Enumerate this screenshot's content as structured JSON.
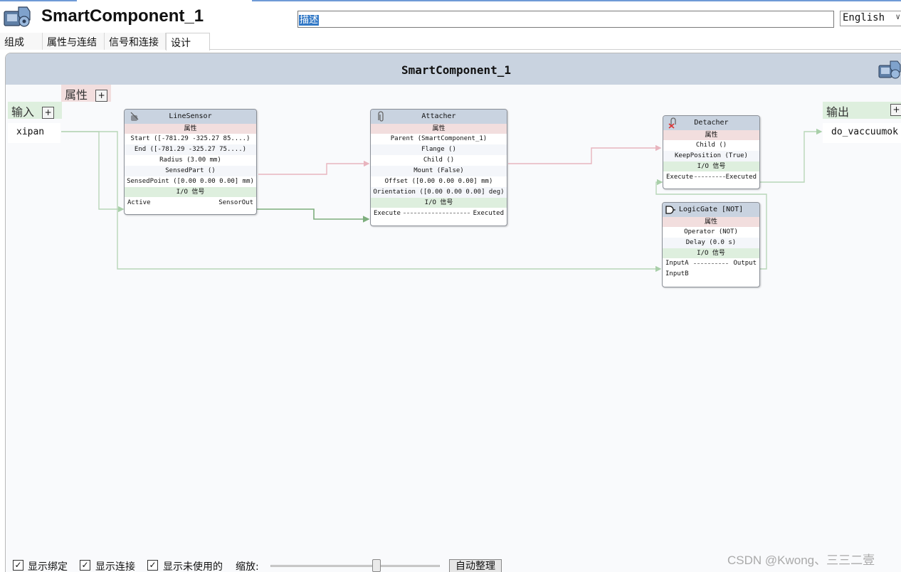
{
  "app": {
    "title": "SmartComponent_1",
    "icon": "smart-component-icon"
  },
  "description": {
    "value": "描述"
  },
  "language": {
    "selected": "English"
  },
  "tabs": [
    {
      "label": "组成"
    },
    {
      "label": "属性与连结"
    },
    {
      "label": "信号和连接"
    },
    {
      "label": "设计"
    }
  ],
  "design": {
    "title": "SmartComponent_1",
    "properties_label": "属性",
    "inputs_label": "输入",
    "outputs_label": "输出",
    "add": "+",
    "inputs": [
      "xipan"
    ],
    "outputs": [
      "do_vaccuumok"
    ]
  },
  "nodes": {
    "linesensor": {
      "title": "LineSensor",
      "props_header": "属性",
      "props": [
        "Start ([-781.29 -325.27 85....)",
        "End ([-781.29 -325.27 75....)",
        "Radius (3.00 mm)",
        "SensedPart ()",
        "SensedPoint ([0.00 0.00 0.00] mm)"
      ],
      "io_header": "I/O 信号",
      "io_in": "Active",
      "io_out": "SensorOut"
    },
    "attacher": {
      "title": "Attacher",
      "props_header": "属性",
      "props": [
        "Parent (SmartComponent_1)",
        "Flange ()",
        "Child ()",
        "Mount (False)",
        "Offset ([0.00 0.00 0.00] mm)",
        "Orientation ([0.00 0.00 0.00] deg)"
      ],
      "io_header": "I/O 信号",
      "io_in": "Execute",
      "io_out": "Executed"
    },
    "detacher": {
      "title": "Detacher",
      "props_header": "属性",
      "props": [
        "Child ()",
        "KeepPosition (True)"
      ],
      "io_header": "I/O 信号",
      "io_in": "Execute",
      "io_out": "Executed"
    },
    "logicgate": {
      "title": "LogicGate [NOT]",
      "props_header": "属性",
      "props": [
        "Operator (NOT)",
        "Delay (0.0 s)"
      ],
      "io_header": "I/O 信号",
      "io_in_a": "InputA",
      "io_in_b": "InputB",
      "io_out": "Output"
    }
  },
  "bottom": {
    "show_binding": "显示绑定",
    "show_connections": "显示连接",
    "show_unused": "显示未使用的",
    "zoom_label": "缩放:",
    "zoom_level": 0.62,
    "auto_arrange": "自动整理",
    "checked": [
      true,
      true,
      true
    ]
  },
  "colors": {
    "binding_wire": "#e8b4be",
    "signal_wire_light": "#b8d6b8",
    "signal_wire_dark": "#7dae7d",
    "header_bar": "#c9d3e0"
  },
  "watermark": "CSDN @Kwong、三三二壹"
}
